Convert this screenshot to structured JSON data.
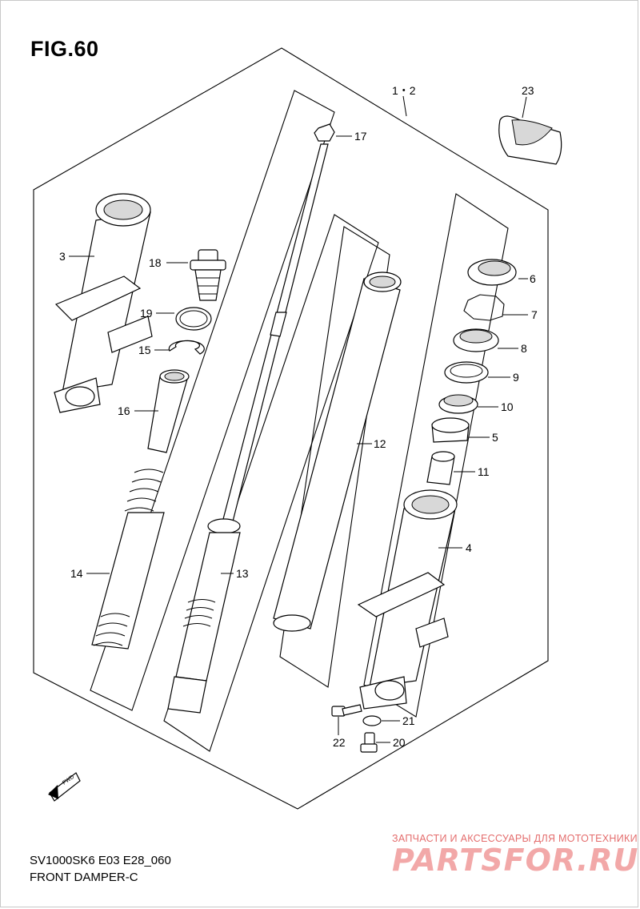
{
  "figure": {
    "title": "FIG.60",
    "model_code": "SV1000SK6 E03 E28_060",
    "name": "FRONT DAMPER-C",
    "direction_label": "FWD"
  },
  "callouts": [
    {
      "id": "c-1-2",
      "text": "1・2"
    },
    {
      "id": "c-3",
      "text": "3"
    },
    {
      "id": "c-4",
      "text": "4"
    },
    {
      "id": "c-5",
      "text": "5"
    },
    {
      "id": "c-6",
      "text": "6"
    },
    {
      "id": "c-7",
      "text": "7"
    },
    {
      "id": "c-8",
      "text": "8"
    },
    {
      "id": "c-9",
      "text": "9"
    },
    {
      "id": "c-10",
      "text": "10"
    },
    {
      "id": "c-11",
      "text": "11"
    },
    {
      "id": "c-12",
      "text": "12"
    },
    {
      "id": "c-13",
      "text": "13"
    },
    {
      "id": "c-14",
      "text": "14"
    },
    {
      "id": "c-15",
      "text": "15"
    },
    {
      "id": "c-16",
      "text": "16"
    },
    {
      "id": "c-17",
      "text": "17"
    },
    {
      "id": "c-18",
      "text": "18"
    },
    {
      "id": "c-19",
      "text": "19"
    },
    {
      "id": "c-20",
      "text": "20"
    },
    {
      "id": "c-21",
      "text": "21"
    },
    {
      "id": "c-22",
      "text": "22"
    },
    {
      "id": "c-23",
      "text": "23"
    }
  ],
  "watermark": {
    "tagline": "ЗАПЧАСТИ И АКСЕССУАРЫ ДЛЯ МОТОТЕХНИКИ",
    "logo": "PARTSFOR.RU",
    "color": "#f2a8a8"
  }
}
